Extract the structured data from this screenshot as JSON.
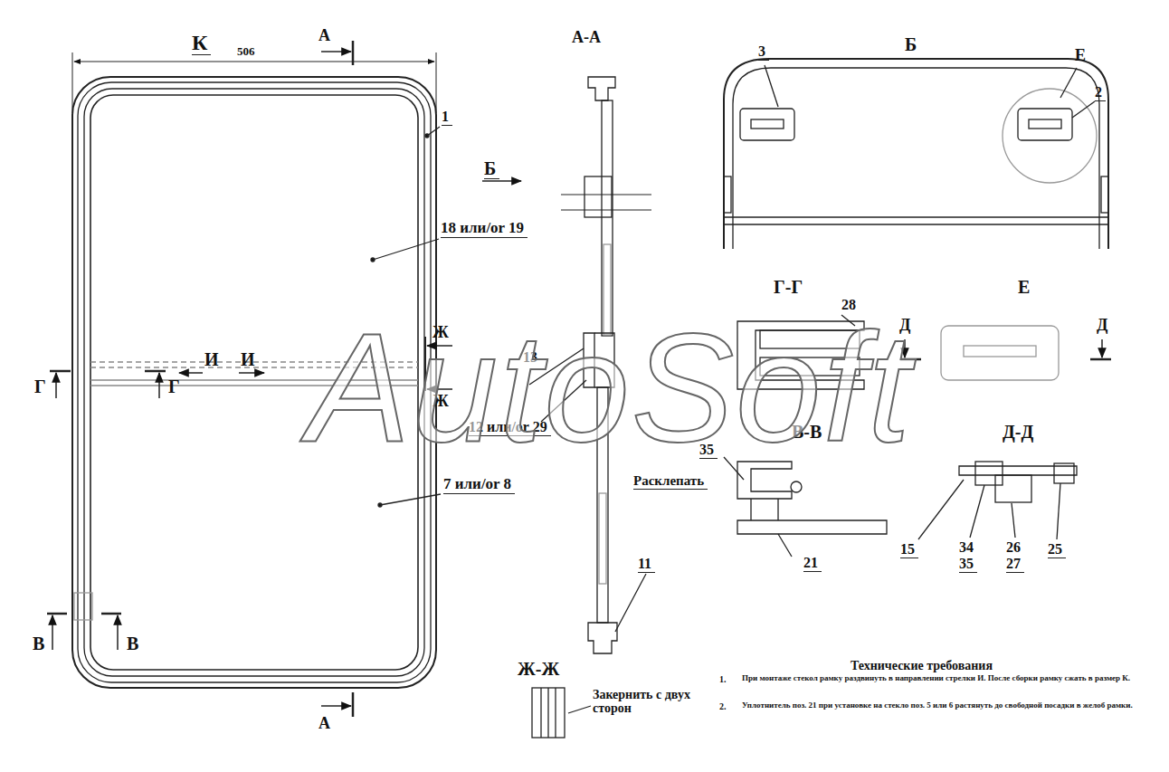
{
  "diagram": {
    "labels": [
      "К",
      "506",
      "А",
      "1",
      "Б",
      "18 или/or 19",
      "И",
      "И",
      "Ж",
      "Ж",
      "Г",
      "Г",
      "13",
      "12 или/or 29",
      "7 или/or 8",
      "В",
      "В",
      "А",
      "А-А",
      "11",
      "Б",
      "3",
      "Е",
      "2",
      "Г-Г",
      "28",
      "Е",
      "Д",
      "Д",
      "В-В",
      "35",
      "Расклепать",
      "21",
      "Д-Д",
      "15",
      "34",
      "35",
      "26",
      "27",
      "25",
      "Ж-Ж",
      "Закернить с двух сторон",
      "Технические требования",
      "1.",
      "При монтаже стекол рамку раздвинуть в направлении стрелки И. После сборки рамку сжать в размер К.",
      "2.",
      "Уплотнитель поз. 21 при установке на стекло поз. 5 или 6 растянуть до свободной посадки в желоб рамки.",
      "AutoSoft"
    ]
  }
}
